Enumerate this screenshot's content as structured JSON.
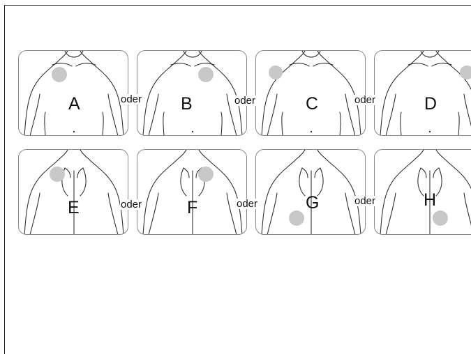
{
  "figure": {
    "connector_word": "oder",
    "pad_color": "#c8c8c8",
    "line_color": "#333333",
    "rows": [
      {
        "view": "front",
        "placements": [
          {
            "label": "A",
            "pad_location": "right chest"
          },
          {
            "label": "B",
            "pad_location": "left chest"
          },
          {
            "label": "C",
            "pad_location": "right shoulder"
          },
          {
            "label": "D",
            "pad_location": "left shoulder"
          }
        ]
      },
      {
        "view": "back",
        "placements": [
          {
            "label": "E",
            "pad_location": "upper left back"
          },
          {
            "label": "F",
            "pad_location": "upper right back"
          },
          {
            "label": "G",
            "pad_location": "lower left back"
          },
          {
            "label": "H",
            "pad_location": "lower right back"
          }
        ]
      }
    ]
  }
}
